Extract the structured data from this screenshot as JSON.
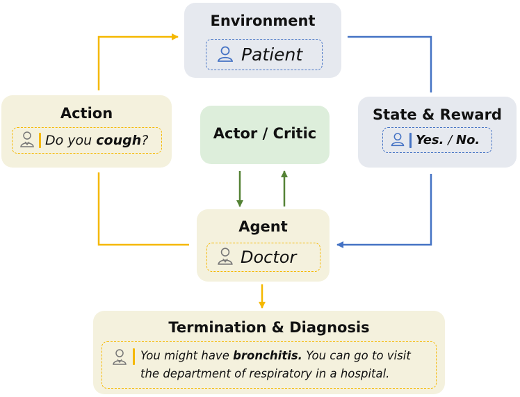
{
  "environment": {
    "title": "Environment",
    "role": "Patient",
    "icon": "patient-icon"
  },
  "action": {
    "title": "Action",
    "utterance_prefix": "Do you ",
    "utterance_bold": "cough",
    "utterance_suffix": "?",
    "icon": "doctor-icon"
  },
  "actor_critic": {
    "title": "Actor / Critic"
  },
  "state_reward": {
    "title": "State & Reward",
    "answer_yes": "Yes.",
    "answer_sep": " / ",
    "answer_no": "No.",
    "icon": "patient-icon"
  },
  "agent": {
    "title": "Agent",
    "role": "Doctor",
    "icon": "doctor-icon"
  },
  "termination": {
    "title": "Termination & Diagnosis",
    "line1_prefix": "You might have ",
    "line1_bold": "bronchitis.",
    "line1_suffix": " You can go to visit",
    "line2": "the department of respiratory in a hospital.",
    "icon": "doctor-icon"
  },
  "colors": {
    "gray_box": "#e6e9ef",
    "beige_box": "#f4f1dd",
    "green_box": "#ddeedb",
    "blue_accent": "#4472c4",
    "yellow_accent": "#f5b800",
    "green_arrow": "#548235"
  }
}
